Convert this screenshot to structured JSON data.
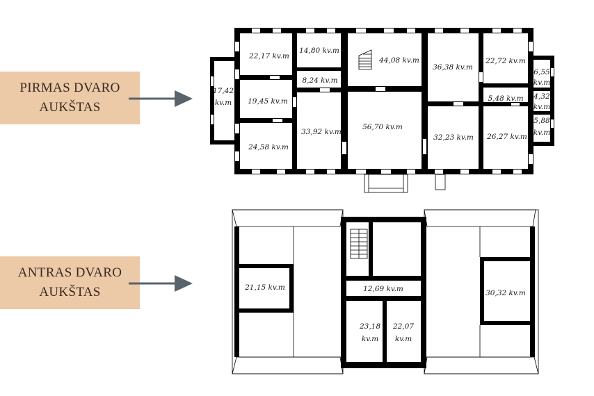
{
  "floors": [
    {
      "label_line1": "PIRMAS DVARO",
      "label_line2": "AUKŠTAS"
    },
    {
      "label_line1": "ANTRAS DVARO",
      "label_line2": "AUKŠTAS"
    }
  ],
  "colors": {
    "label_bg": "#ecc9a7",
    "arrow": "#59636c",
    "wall": "#000000"
  },
  "rooms_floor1": [
    {
      "id": "r1",
      "area": "22,17 kv.m"
    },
    {
      "id": "r2",
      "area": "14,80 kv.m"
    },
    {
      "id": "r3",
      "area": "8,24 kv.m"
    },
    {
      "id": "r4",
      "area": "44,08 kv.m"
    },
    {
      "id": "r5",
      "area": "36,38 kv.m"
    },
    {
      "id": "r6",
      "area": "22,72 kv.m"
    },
    {
      "id": "r7a",
      "area": "17,42"
    },
    {
      "id": "r7b",
      "area": "kv.m"
    },
    {
      "id": "r8",
      "area": "19,45 kv.m"
    },
    {
      "id": "r9",
      "area": "33,92 kv.m"
    },
    {
      "id": "r10",
      "area": "56,70 kv.m"
    },
    {
      "id": "r11",
      "area": "32,23 kv.m"
    },
    {
      "id": "r12",
      "area": "26,27 kv.m"
    },
    {
      "id": "r13",
      "area": "24,58 kv.m"
    },
    {
      "id": "r14",
      "area": "5,48 kv.m"
    },
    {
      "id": "r15a",
      "area": "6,55"
    },
    {
      "id": "r15b",
      "area": "kv.m"
    },
    {
      "id": "r16a",
      "area": "4,32"
    },
    {
      "id": "r16b",
      "area": "kv.m"
    },
    {
      "id": "r17a",
      "area": "5,88"
    },
    {
      "id": "r17b",
      "area": "kv.m"
    }
  ],
  "rooms_floor2": [
    {
      "id": "s1",
      "area": "21,15 kv.m"
    },
    {
      "id": "s2",
      "area": "12,69 kv.m"
    },
    {
      "id": "s3",
      "area": "30,32 kv.m"
    },
    {
      "id": "s4a",
      "area": "23,18"
    },
    {
      "id": "s4b",
      "area": "kv.m"
    },
    {
      "id": "s5a",
      "area": "22,07"
    },
    {
      "id": "s5b",
      "area": "kv.m"
    }
  ]
}
